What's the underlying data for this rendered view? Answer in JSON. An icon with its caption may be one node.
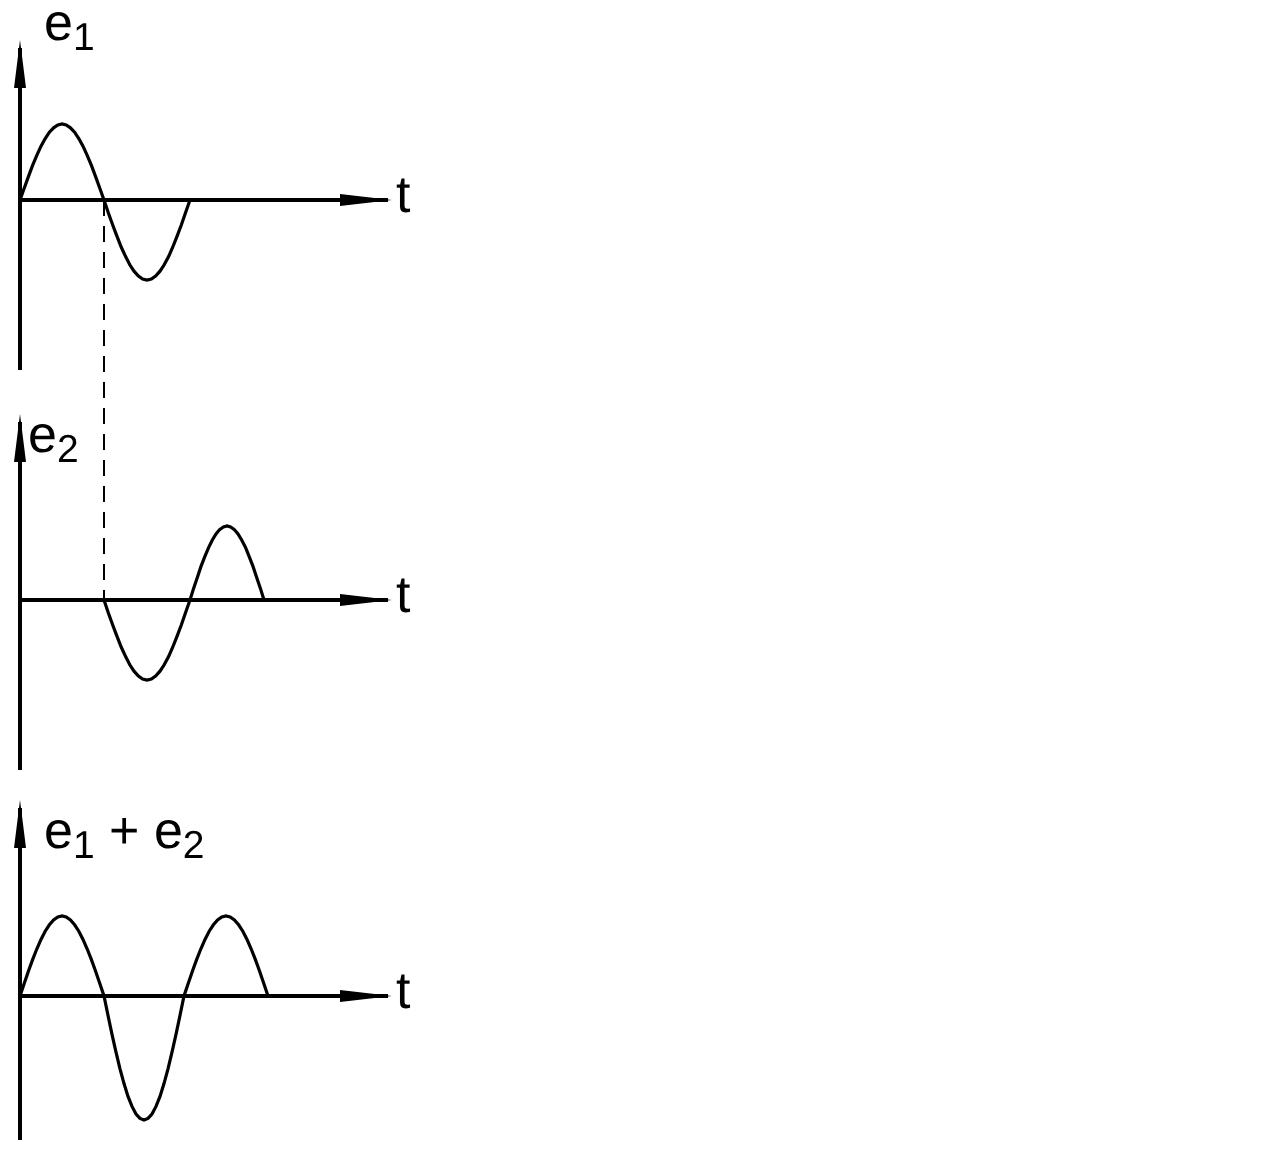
{
  "diagram": {
    "labels": [
      "e$_{1}$",
      "t",
      "e$_{2}$",
      "t",
      "e$_{1}$ + e$_{2}$",
      "t"
    ]
  }
}
